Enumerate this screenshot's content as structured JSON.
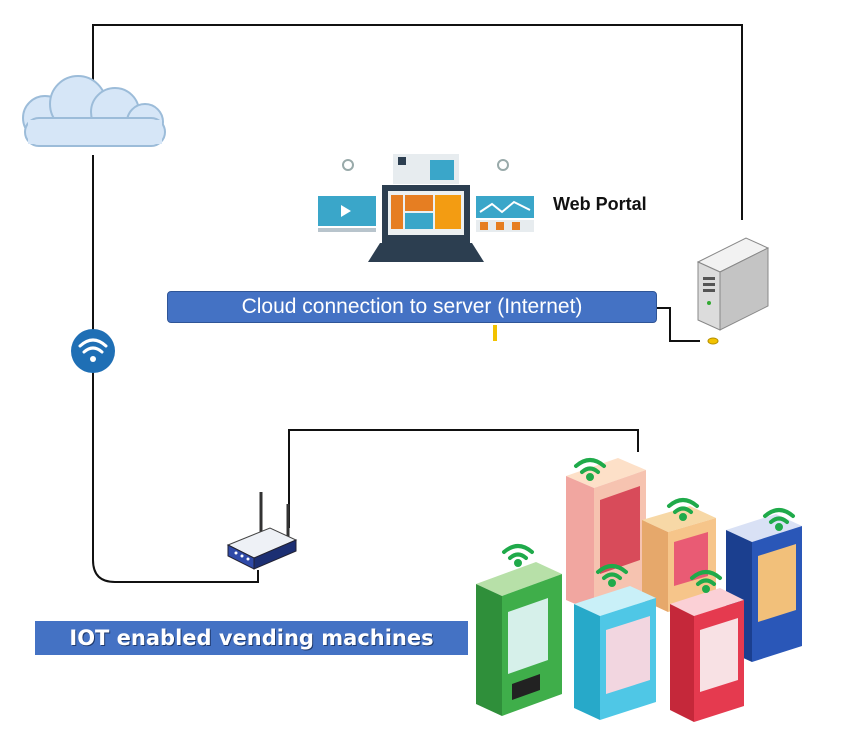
{
  "diagram": {
    "web_portal_label": "Web Portal",
    "cloud_connection_label": "Cloud connection to server (Internet)",
    "iot_label": "IOT enabled vending machines"
  },
  "colors": {
    "connector": "#111111",
    "label_fill": "#4472c4",
    "wifi_badge": "#1f6fb5",
    "signal": "#1faa4a"
  },
  "icons": [
    "cloud-icon",
    "wifi-icon",
    "laptop-dashboard-icon",
    "server-icon",
    "router-icon",
    "vending-machine-icon",
    "signal-icon"
  ]
}
